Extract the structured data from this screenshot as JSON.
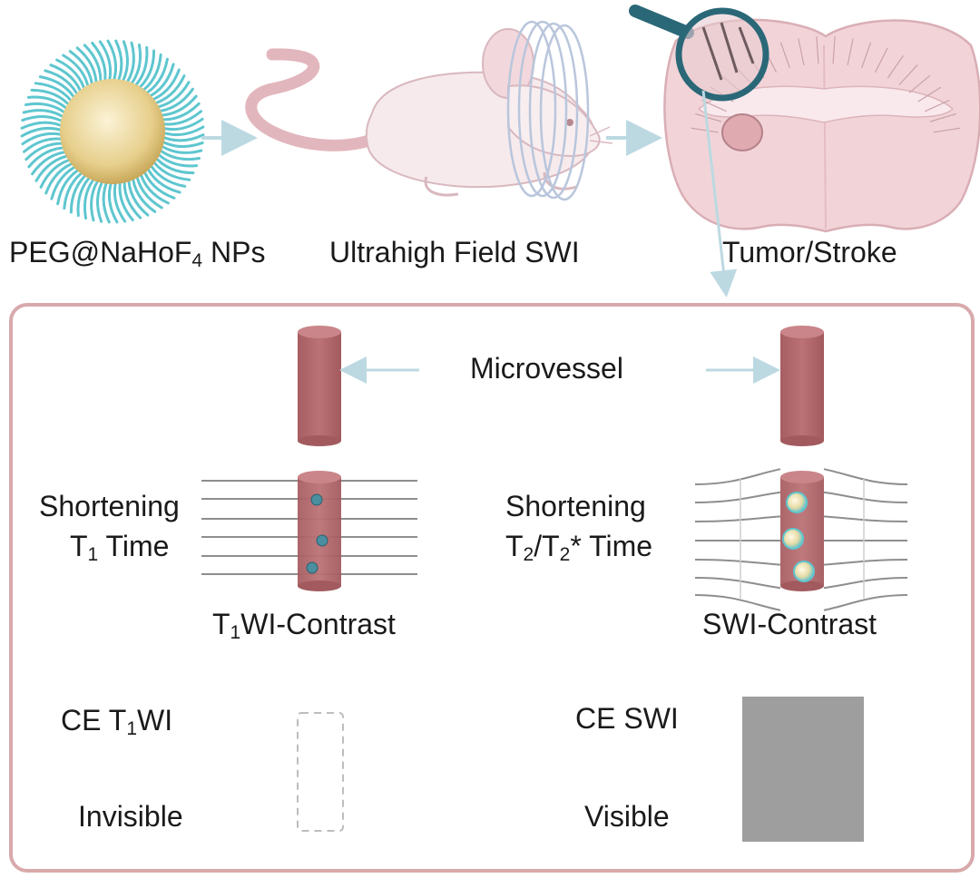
{
  "top_row": {
    "nanoparticle_label": {
      "pre": "PEG@NaHoF",
      "sub": "4",
      "post": " NPs"
    },
    "imaging_label": "Ultrahigh Field SWI",
    "disease_label": "Tumor/Stroke"
  },
  "panel": {
    "microvessel_label": "Microvessel",
    "left": {
      "effect_line1": "Shortening",
      "effect_line2": {
        "pre": "T",
        "sub": "1",
        "post": " Time"
      },
      "contrast_label": {
        "pre": "T",
        "sub": "1",
        "post": "WI-Contrast"
      },
      "ce_label": {
        "pre": "CE T",
        "sub": "1",
        "post": "WI"
      },
      "visibility_label": "Invisible"
    },
    "right": {
      "effect_line1": "Shortening",
      "effect_line2": {
        "pre": "T",
        "sub1": "2",
        "mid": "/T",
        "sub2": "2",
        "post": "* Time"
      },
      "contrast_label": "SWI-Contrast",
      "ce_label": "CE SWI",
      "visibility_label": "Visible"
    }
  },
  "colors": {
    "vessel": "#b46a6e",
    "vessel_top": "#c98589",
    "panel_border": "#d8a9ab",
    "arrow": "#bcd9e2",
    "peg_chain": "#5ec6cf",
    "core": "#e8d59a",
    "brain": "#f1d3d6",
    "mouse": "#f6e9ec",
    "magnifier": "#2a6878",
    "visible_box": "#9e9e9e"
  }
}
